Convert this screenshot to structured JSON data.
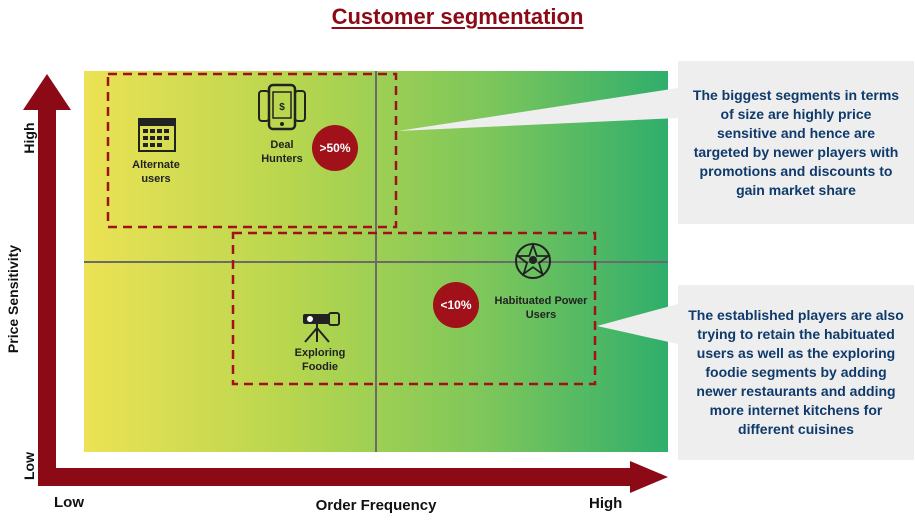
{
  "title": "Customer segmentation",
  "axes": {
    "x_label": "Order Frequency",
    "y_label": "Price Sensitivity",
    "x_low": "Low",
    "x_high": "High",
    "y_low": "Low",
    "y_high": "High"
  },
  "segments": {
    "alternate": {
      "label_line1": "Alternate",
      "label_line2": "users"
    },
    "deal": {
      "label_line1": "Deal",
      "label_line2": "Hunters",
      "badge": ">50%"
    },
    "habituated": {
      "label_line1": "Habituated Power",
      "label_line2": "Users",
      "badge": "<10%"
    },
    "foodie": {
      "label_line1": "Exploring",
      "label_line2": "Foodie"
    }
  },
  "callouts": {
    "top": "The biggest segments in terms of size are highly price sensitive and hence are targeted by newer players with promotions and discounts to gain market share",
    "bottom": "The established players are also trying to retain the habituated users as well as the exploring foodie segments by adding newer restaurants and adding more internet kitchens for different cuisines"
  },
  "colors": {
    "brand_red": "#8b0a16",
    "badge_red": "#a1111a",
    "callout_text": "#0f3a6b",
    "gradient_start": "#ece255",
    "gradient_end": "#2fae6c"
  },
  "icons": [
    "calendar-icon",
    "mobile-phone-icon",
    "pentagram-star-icon",
    "camera-on-tripod-icon"
  ]
}
